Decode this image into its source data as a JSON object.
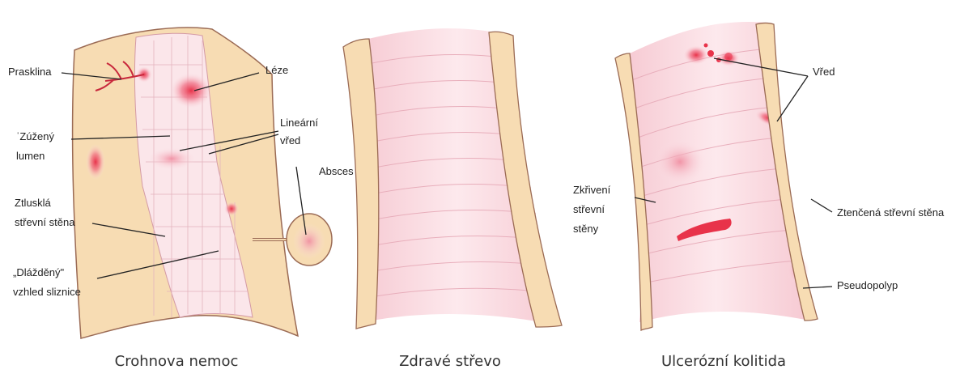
{
  "panels": [
    {
      "caption": "Crohnova nemoc",
      "labels": {
        "prasklina": "Prasklina",
        "leze": "Léze",
        "zuzeny_1": "ˈZúžený",
        "zuzeny_2": "lumen",
        "linearni_1": "Lineární",
        "linearni_2": "vřed",
        "absces": "Absces",
        "ztlusla_1": "Ztlusklá",
        "ztlusla_2": "střevní stěna",
        "dlazdeny_1": "„Dlážděný\"",
        "dlazdeny_2": "vzhled sliznice"
      }
    },
    {
      "caption": "Zdravé střevo"
    },
    {
      "caption": "Ulcerózní kolitida",
      "labels": {
        "vred": "Vřed",
        "zkriveni_1": "Zkřivení",
        "zkriveni_2": "střevní",
        "zkriveni_3": "stěny",
        "ztencena": "Ztenčená střevní stěna",
        "pseudopolyp": "Pseudopolyp"
      }
    }
  ],
  "colors": {
    "wall": "#f7dcb3",
    "mucosa": "#fbe3e8",
    "lesion": "#e8334a",
    "outline": "#9b6b55"
  }
}
